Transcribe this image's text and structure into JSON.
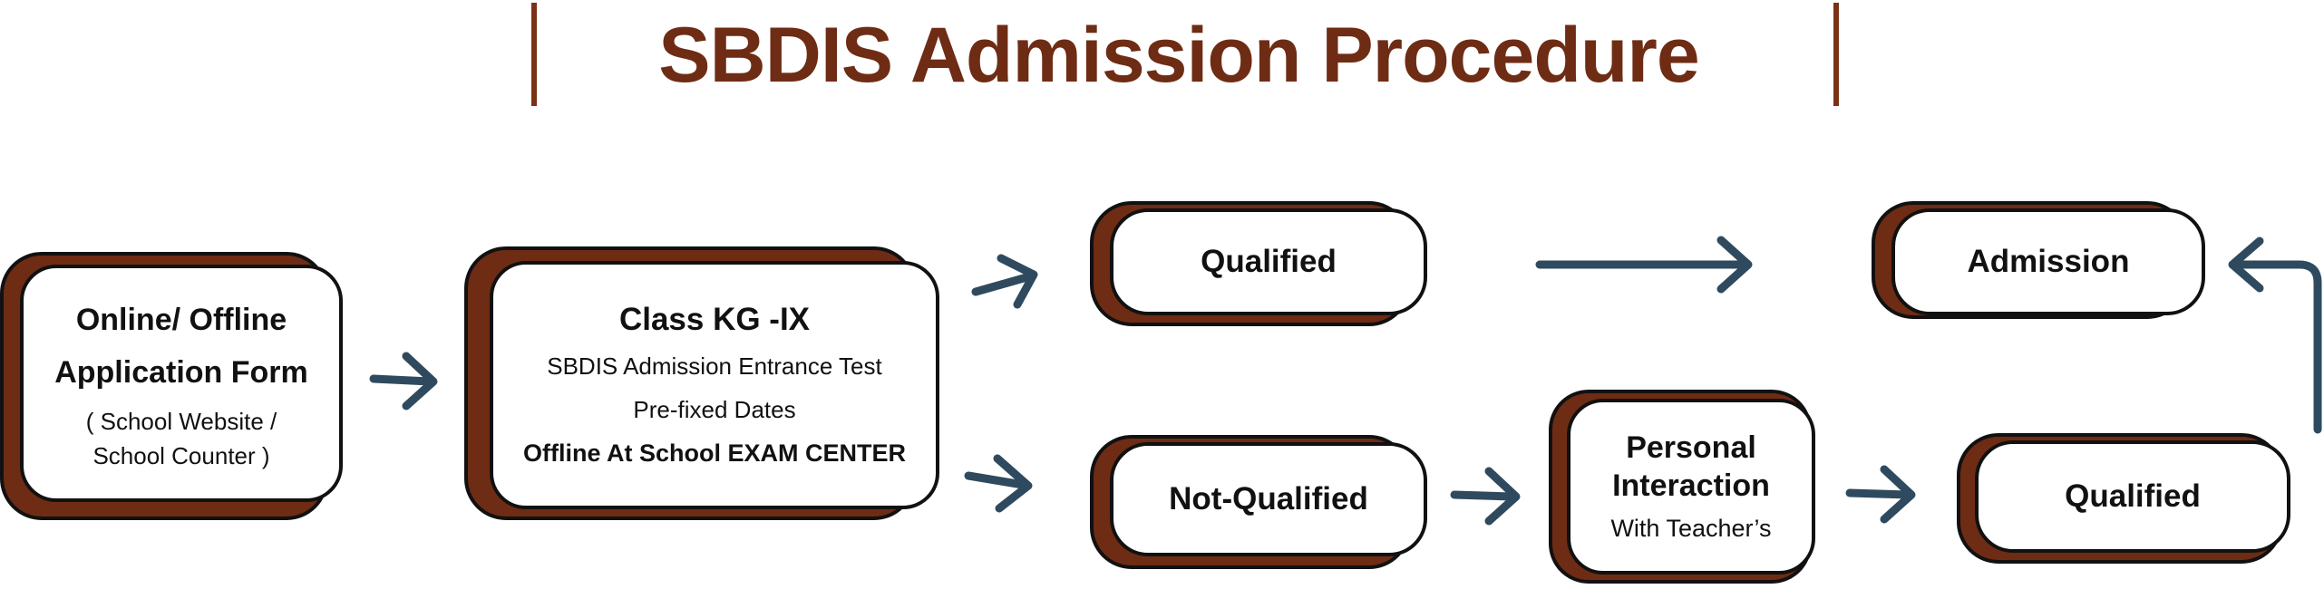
{
  "title": "SBDIS Admission Procedure",
  "colors": {
    "brand_brown": "#6e2c14",
    "arrow": "#2f4a5e",
    "outline": "#111111"
  },
  "nodes": {
    "application": {
      "line1": "Online/ Offline",
      "line2": "Application Form",
      "sub1": "( School Website /",
      "sub2": "School Counter )"
    },
    "class_test": {
      "heading": "Class KG -IX",
      "line1": "SBDIS Admission Entrance Test",
      "line2": "Pre-fixed Dates",
      "line3": "Offline At School EXAM CENTER"
    },
    "qualified_top": {
      "label": "Qualified"
    },
    "admission": {
      "label": "Admission"
    },
    "not_qualified": {
      "label": "Not-Qualified"
    },
    "personal_interaction": {
      "line1": "Personal",
      "line2": "Interaction",
      "sub": "With Teacher’s"
    },
    "qualified_bottom": {
      "label": "Qualified"
    }
  }
}
